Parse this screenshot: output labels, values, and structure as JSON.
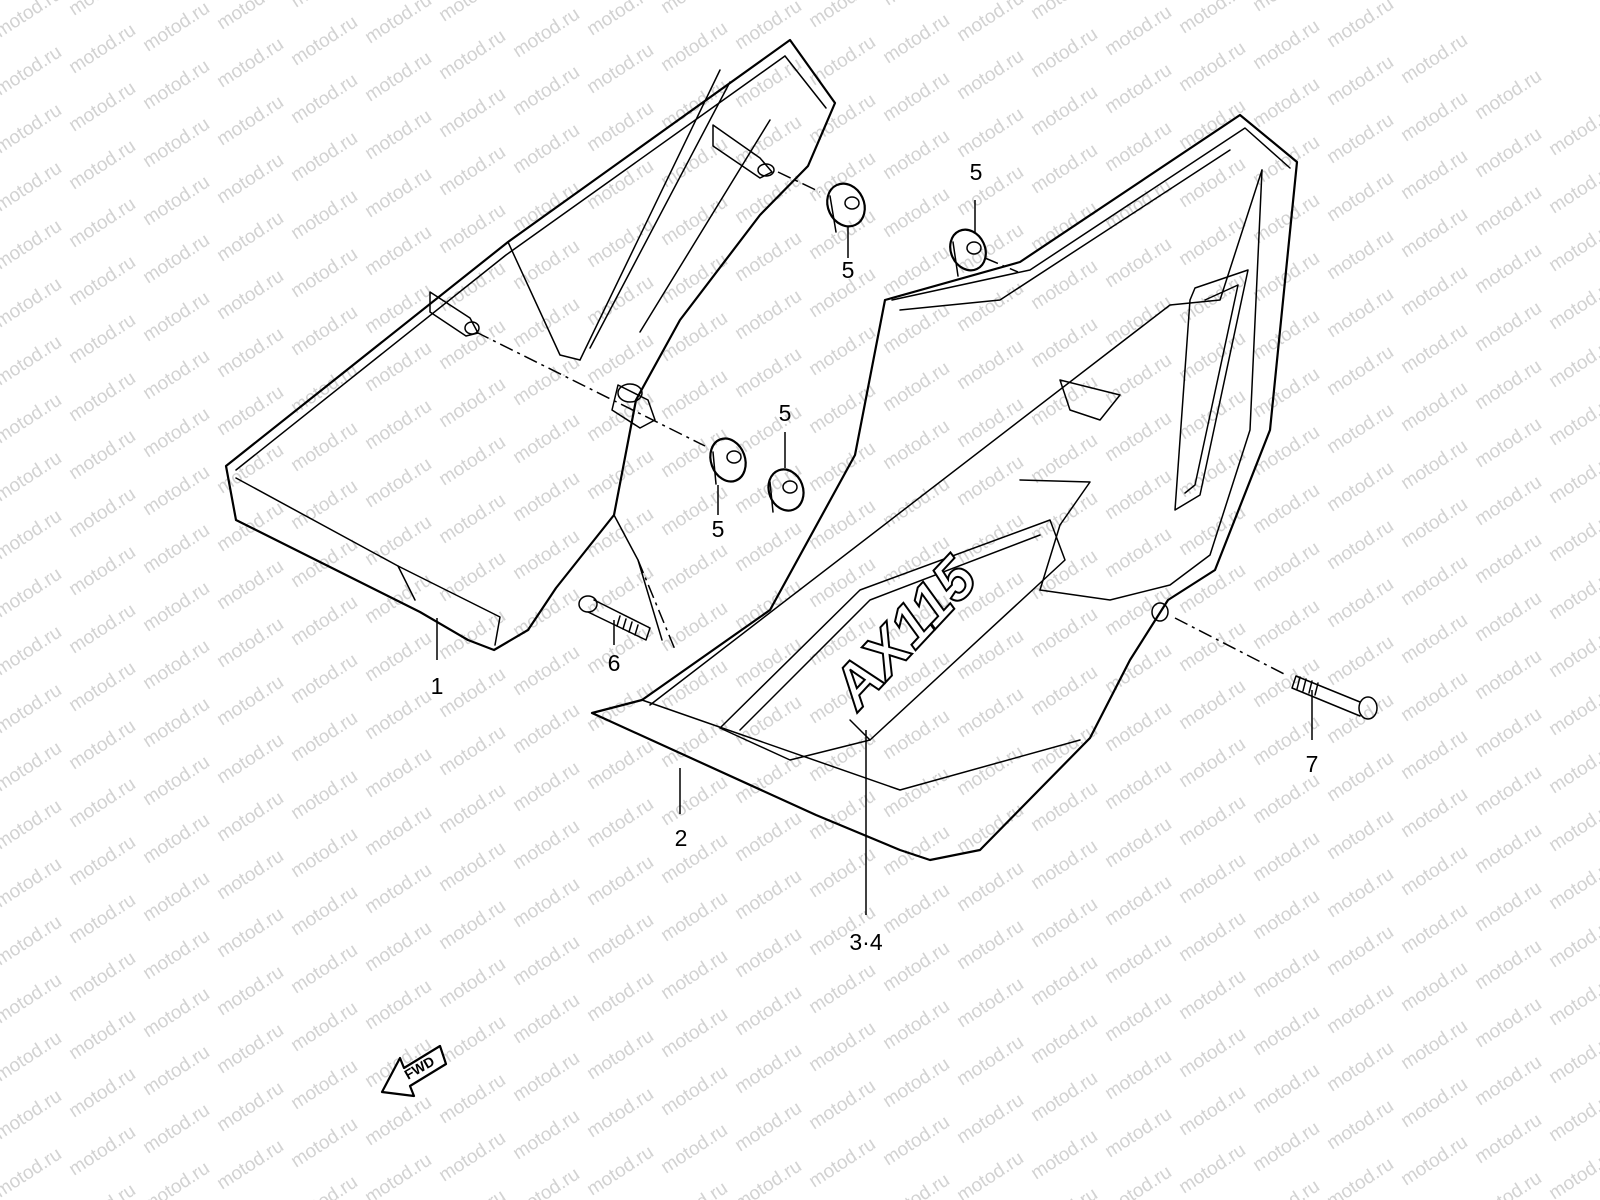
{
  "watermark": "motod.ru",
  "direction_label": "FWD",
  "decal_text": "AX115",
  "callouts": {
    "part_1": "1",
    "part_2": "2",
    "part_3_4": "3·4",
    "part_5a": "5",
    "part_5b": "5",
    "part_5c": "5",
    "part_5d": "5",
    "part_6": "6",
    "part_7": "7"
  }
}
